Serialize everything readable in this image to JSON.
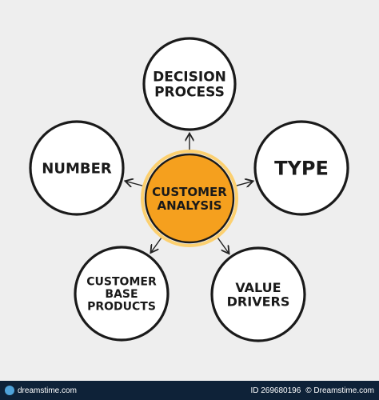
{
  "center": {
    "lines": [
      "CUSTOMER",
      "ANALYSIS"
    ],
    "fill": "#f5a01e",
    "ring": "#fcd070"
  },
  "nodes": [
    {
      "id": "decision-process",
      "lines": [
        "DECISION",
        "PROCESS"
      ]
    },
    {
      "id": "type",
      "lines": [
        "TYPE"
      ]
    },
    {
      "id": "value-drivers",
      "lines": [
        "VALUE",
        "DRIVERS"
      ]
    },
    {
      "id": "customer-base-products",
      "lines": [
        "CUSTOMER",
        "BASE",
        "PRODUCTS"
      ]
    },
    {
      "id": "number",
      "lines": [
        "NUMBER"
      ]
    }
  ],
  "footer": {
    "left": "dreamstime.com",
    "id_text": "ID 269680196",
    "credit": "© Dreamstime.com"
  }
}
